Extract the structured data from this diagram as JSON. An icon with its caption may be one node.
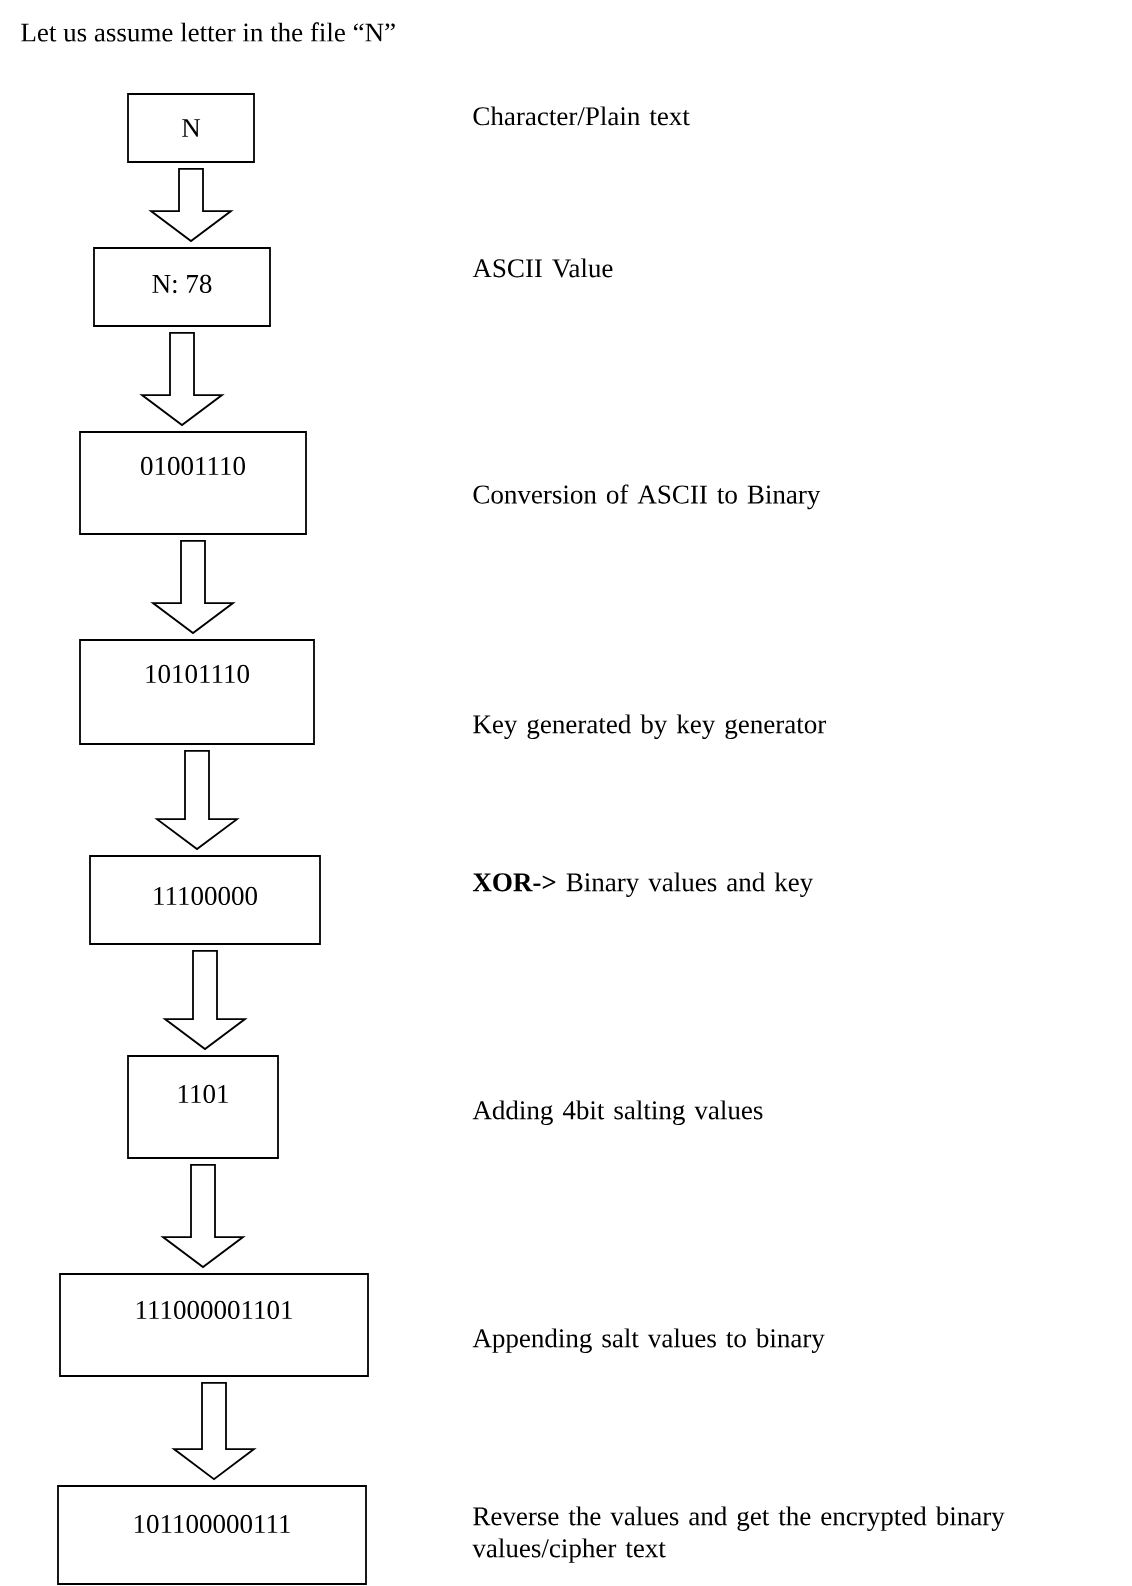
{
  "diagram": {
    "title": "Let us assume letter in the file “N”",
    "nodes": [
      {
        "text": [
          "N"
        ]
      },
      {
        "text": [
          "N: 78"
        ]
      },
      {
        "text": [
          "01001110"
        ]
      },
      {
        "text": [
          "10101110"
        ]
      },
      {
        "text": [
          "11100000"
        ]
      },
      {
        "text": [
          "1101"
        ]
      },
      {
        "text": [
          "111000001101"
        ]
      },
      {
        "text": [
          "101100000111"
        ]
      }
    ],
    "edges": [
      {
        "from": 0,
        "to": 1,
        "arrow": "to"
      },
      {
        "from": 1,
        "to": 2,
        "arrow": "to"
      },
      {
        "from": 2,
        "to": 3,
        "arrow": "to"
      },
      {
        "from": 3,
        "to": 4,
        "arrow": "to"
      },
      {
        "from": 4,
        "to": 5,
        "arrow": "to"
      },
      {
        "from": 5,
        "to": 6,
        "arrow": "to"
      },
      {
        "from": 6,
        "to": 7,
        "arrow": "to"
      }
    ],
    "labels": [
      "Character/Plain text",
      "ASCII Value",
      "Conversion of ASCII to Binary",
      "Key generated by key generator",
      "**XOR->** Binary values and key",
      "Adding 4bit salting values",
      "Appending salt values to binary",
      "Reverse the values and get the encrypted binary values/cipher text"
    ]
  }
}
